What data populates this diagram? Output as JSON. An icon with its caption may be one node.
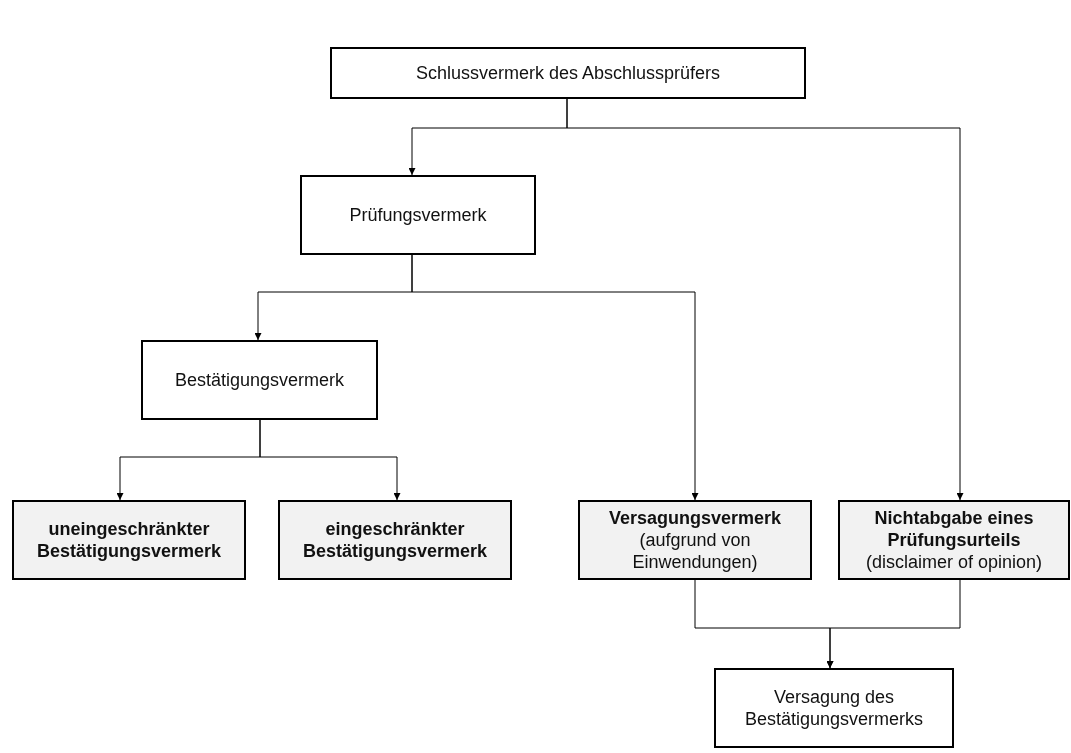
{
  "diagram": {
    "nodes": [
      {
        "text": [
          "Schlussvermerk des Abschlussprüfers"
        ]
      },
      {
        "text": [
          "Prüfungsvermerk"
        ]
      },
      {
        "text": [
          "Bestätigungsvermerk"
        ]
      },
      {
        "text": [
          "uneingeschränkter Bestätigungsvermerk"
        ]
      },
      {
        "text": [
          "eingeschränkter Bestätigungsvermerk"
        ]
      },
      {
        "text": [
          "Versagungsvermerk",
          "(aufgrund von Einwendungen)"
        ]
      },
      {
        "text": [
          "Nichtabgabe eines Prüfungsurteils",
          "(disclaimer of opinion)"
        ]
      },
      {
        "text": [
          "Versagung des Bestätigungsvermerks"
        ]
      }
    ],
    "edges": [
      {
        "from": 0,
        "to": 1,
        "arrow": "to"
      },
      {
        "from": 0,
        "to": 6,
        "arrow": "to"
      },
      {
        "from": 1,
        "to": 2,
        "arrow": "to"
      },
      {
        "from": 1,
        "to": 5,
        "arrow": "to"
      },
      {
        "from": 2,
        "to": 3,
        "arrow": "to"
      },
      {
        "from": 2,
        "to": 4,
        "arrow": "to"
      },
      {
        "from": 5,
        "to": 7,
        "arrow": "to"
      },
      {
        "from": 6,
        "to": 7,
        "arrow": "to"
      }
    ]
  }
}
